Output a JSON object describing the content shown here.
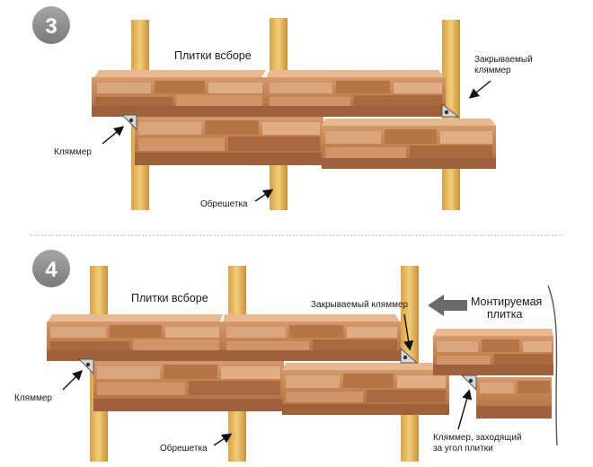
{
  "steps": {
    "step3": {
      "number": "3",
      "labels": {
        "tiles_assembled": "Плитки всборе",
        "closing_clamp_line1": "Закрываемый",
        "closing_clamp_line2": "кляммер",
        "clamp": "Кляммер",
        "lathing": "Обрешетка"
      }
    },
    "step4": {
      "number": "4",
      "labels": {
        "tiles_assembled": "Плитки всборе",
        "closing_clamp": "Закрываемый кляммер",
        "mounted_tile_line1": "Монтируемая",
        "mounted_tile_line2": "плитка",
        "clamp": "Кляммер",
        "lathing": "Обрешетка",
        "corner_clamp_line1": "Кляммер, заходящий",
        "corner_clamp_line2": "за угол плитки"
      }
    }
  },
  "colors": {
    "badge": "#8f8f8f",
    "wood": "#e7b85a",
    "wood_dark": "#c8913a",
    "stone": "#c98a5e",
    "stone_dark": "#9b5f3b",
    "stone_light": "#e6b48c",
    "divider": "#b0b0b0",
    "arrow_gray": "#6b6b6b"
  }
}
